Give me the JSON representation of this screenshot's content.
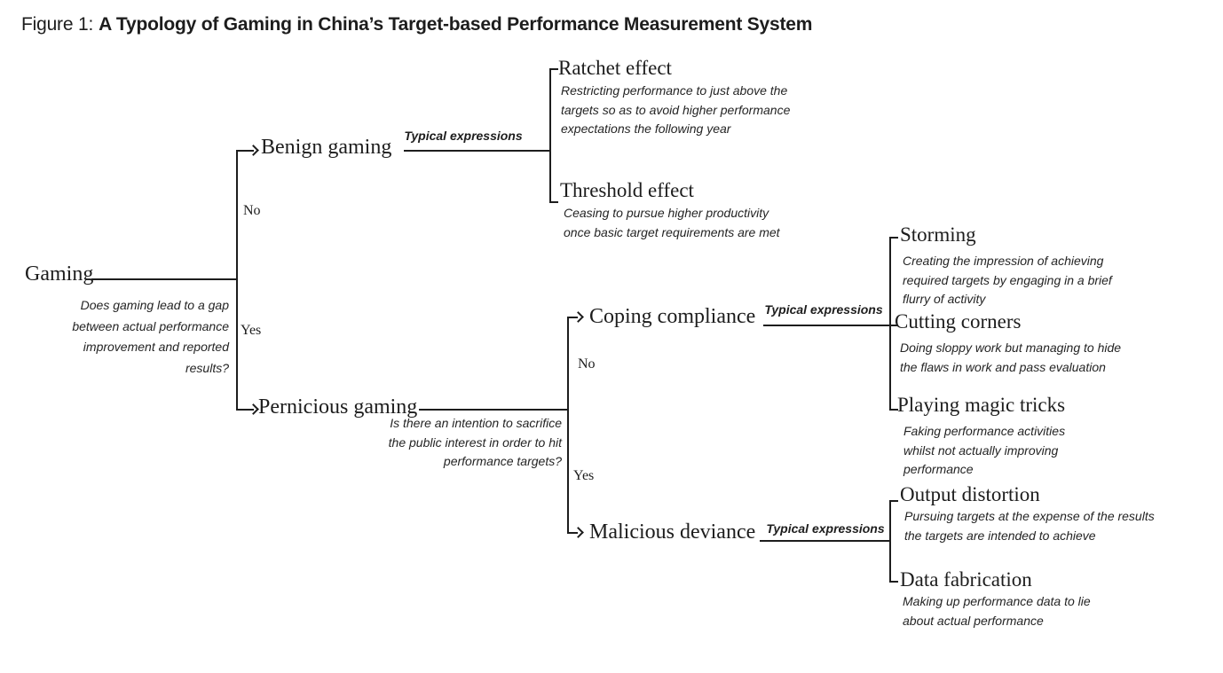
{
  "colors": {
    "ink": "#1d1d1d",
    "background": "#ffffff"
  },
  "title": {
    "prefix": "Figure 1:",
    "text": "A Typology of Gaming in China’s Target-based Performance Measurement System"
  },
  "labels": {
    "typical_expressions": "Typical expressions",
    "no": "No",
    "yes": "Yes"
  },
  "root": {
    "label": "Gaming",
    "question": "Does gaming lead to a gap between actual performance improvement and reported results?"
  },
  "branches": {
    "benign": {
      "label": "Benign gaming"
    },
    "pernicious": {
      "label": "Pernicious gaming",
      "question": "Is there an intention to sacrifice the public interest in order to hit performance targets?"
    },
    "coping": {
      "label": "Coping compliance"
    },
    "malicious": {
      "label": "Malicious deviance"
    }
  },
  "leaves": {
    "ratchet_effect": {
      "title": "Ratchet effect",
      "description": "Restricting performance to just above the targets so as to avoid higher performance expectations the following year"
    },
    "threshold_effect": {
      "title": "Threshold effect",
      "description": "Ceasing to pursue higher productivity once basic target requirements are met"
    },
    "storming": {
      "title": "Storming",
      "description": "Creating the impression of achieving required targets by engaging in a brief flurry of activity"
    },
    "cutting_corners": {
      "title": "Cutting corners",
      "description": "Doing sloppy work but managing to hide the flaws in work and pass evaluation"
    },
    "playing_magic_tricks": {
      "title": "Playing magic tricks",
      "description": "Faking performance activities whilst not actually improving performance"
    },
    "output_distortion": {
      "title": "Output distortion",
      "description": "Pursuing targets at the expense of the results the targets are intended to achieve"
    },
    "data_fabrication": {
      "title": "Data fabrication",
      "description": "Making up performance data to lie about actual performance"
    }
  }
}
